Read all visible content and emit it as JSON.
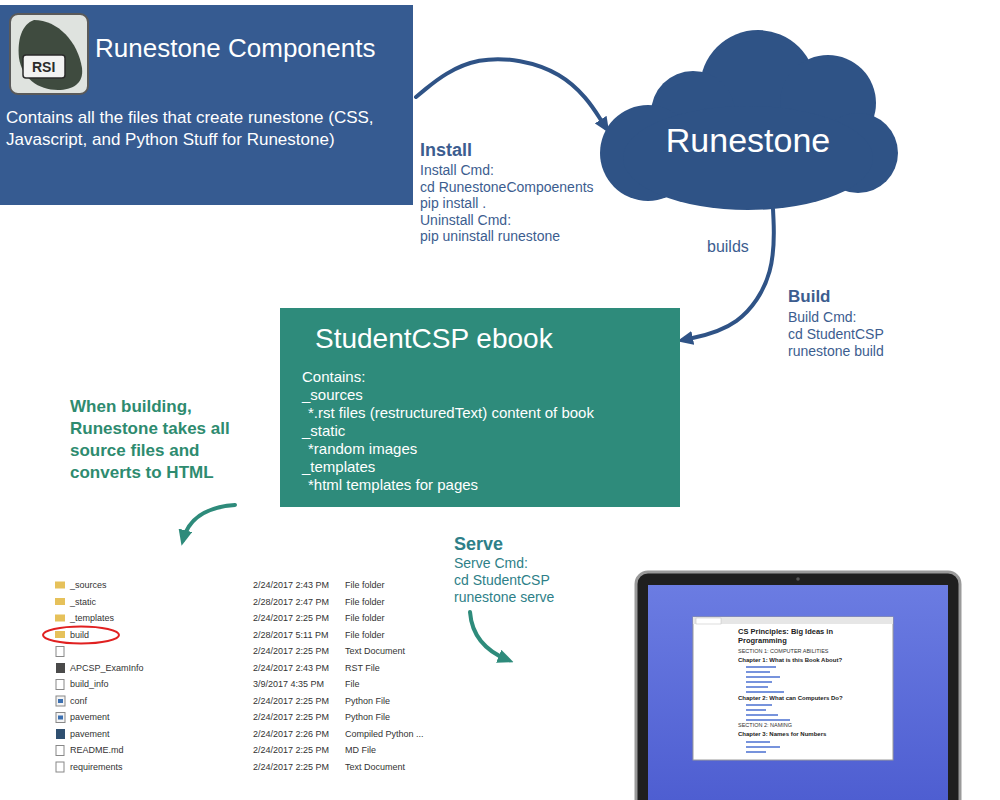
{
  "diagram": {
    "nodes": [
      {
        "text": [
          "Runestone Components",
          "Contains all the files that create runestone (CSS, Javascript, and Python Stuff for Runestone)"
        ]
      },
      {
        "text": [
          "Runestone"
        ]
      },
      {
        "text": [
          "StudentCSP ebook",
          "Contains:",
          "_sources",
          "*.rst files (restructuredText) content of book",
          "_static",
          "*random images",
          "_templates",
          "*html templates for pages"
        ]
      }
    ],
    "edges": [
      {
        "from": 0,
        "to": 1,
        "arrow": "to"
      },
      {
        "from": 1,
        "to": 2,
        "arrow": "to"
      }
    ],
    "labels": [
      "RSI",
      "Install",
      "Install Cmd:",
      "cd RunestoneCompoenents",
      "pip install .",
      "Uninstall Cmd:",
      "pip uninstall runestone",
      "builds",
      "Build",
      "Build Cmd:",
      "cd StudentCSP",
      "runestone build",
      "When building, Runestone takes all source files and converts to HTML",
      "Serve",
      "Serve Cmd:",
      "cd StudentCSP",
      "runestone serve",
      "_sources",
      "2/24/2017 2:43 PM",
      "File folder",
      "_static",
      "2/28/2017 2:47 PM",
      "File folder",
      "_templates",
      "2/24/2017 2:25 PM",
      "File folder",
      "build",
      "2/28/2017 5:11 PM",
      "File folder",
      "2/24/2017 2:25 PM",
      "Text Document",
      "APCSP_ExamInfo",
      "2/24/2017 2:43 PM",
      "RST File",
      "build_info",
      "3/9/2017 4:35 PM",
      "File",
      "conf",
      "2/24/2017 2:25 PM",
      "Python File",
      "pavement",
      "2/24/2017 2:25 PM",
      "Python File",
      "pavement",
      "2/24/2017 2:26 PM",
      "Compiled Python ...",
      "README.md",
      "2/24/2017 2:25 PM",
      "MD File",
      "requirements",
      "2/24/2017 2:25 PM",
      "Text Document",
      "CS Principles: Big Ideas in Programming",
      "SECTION 1: COMPUTER ABILITIES",
      "Chapter 1: What is this Book About?",
      "Chapter 2: What can Computers Do?",
      "SECTION 2: NAMING",
      "Chapter 3: Names for Numbers"
    ]
  }
}
